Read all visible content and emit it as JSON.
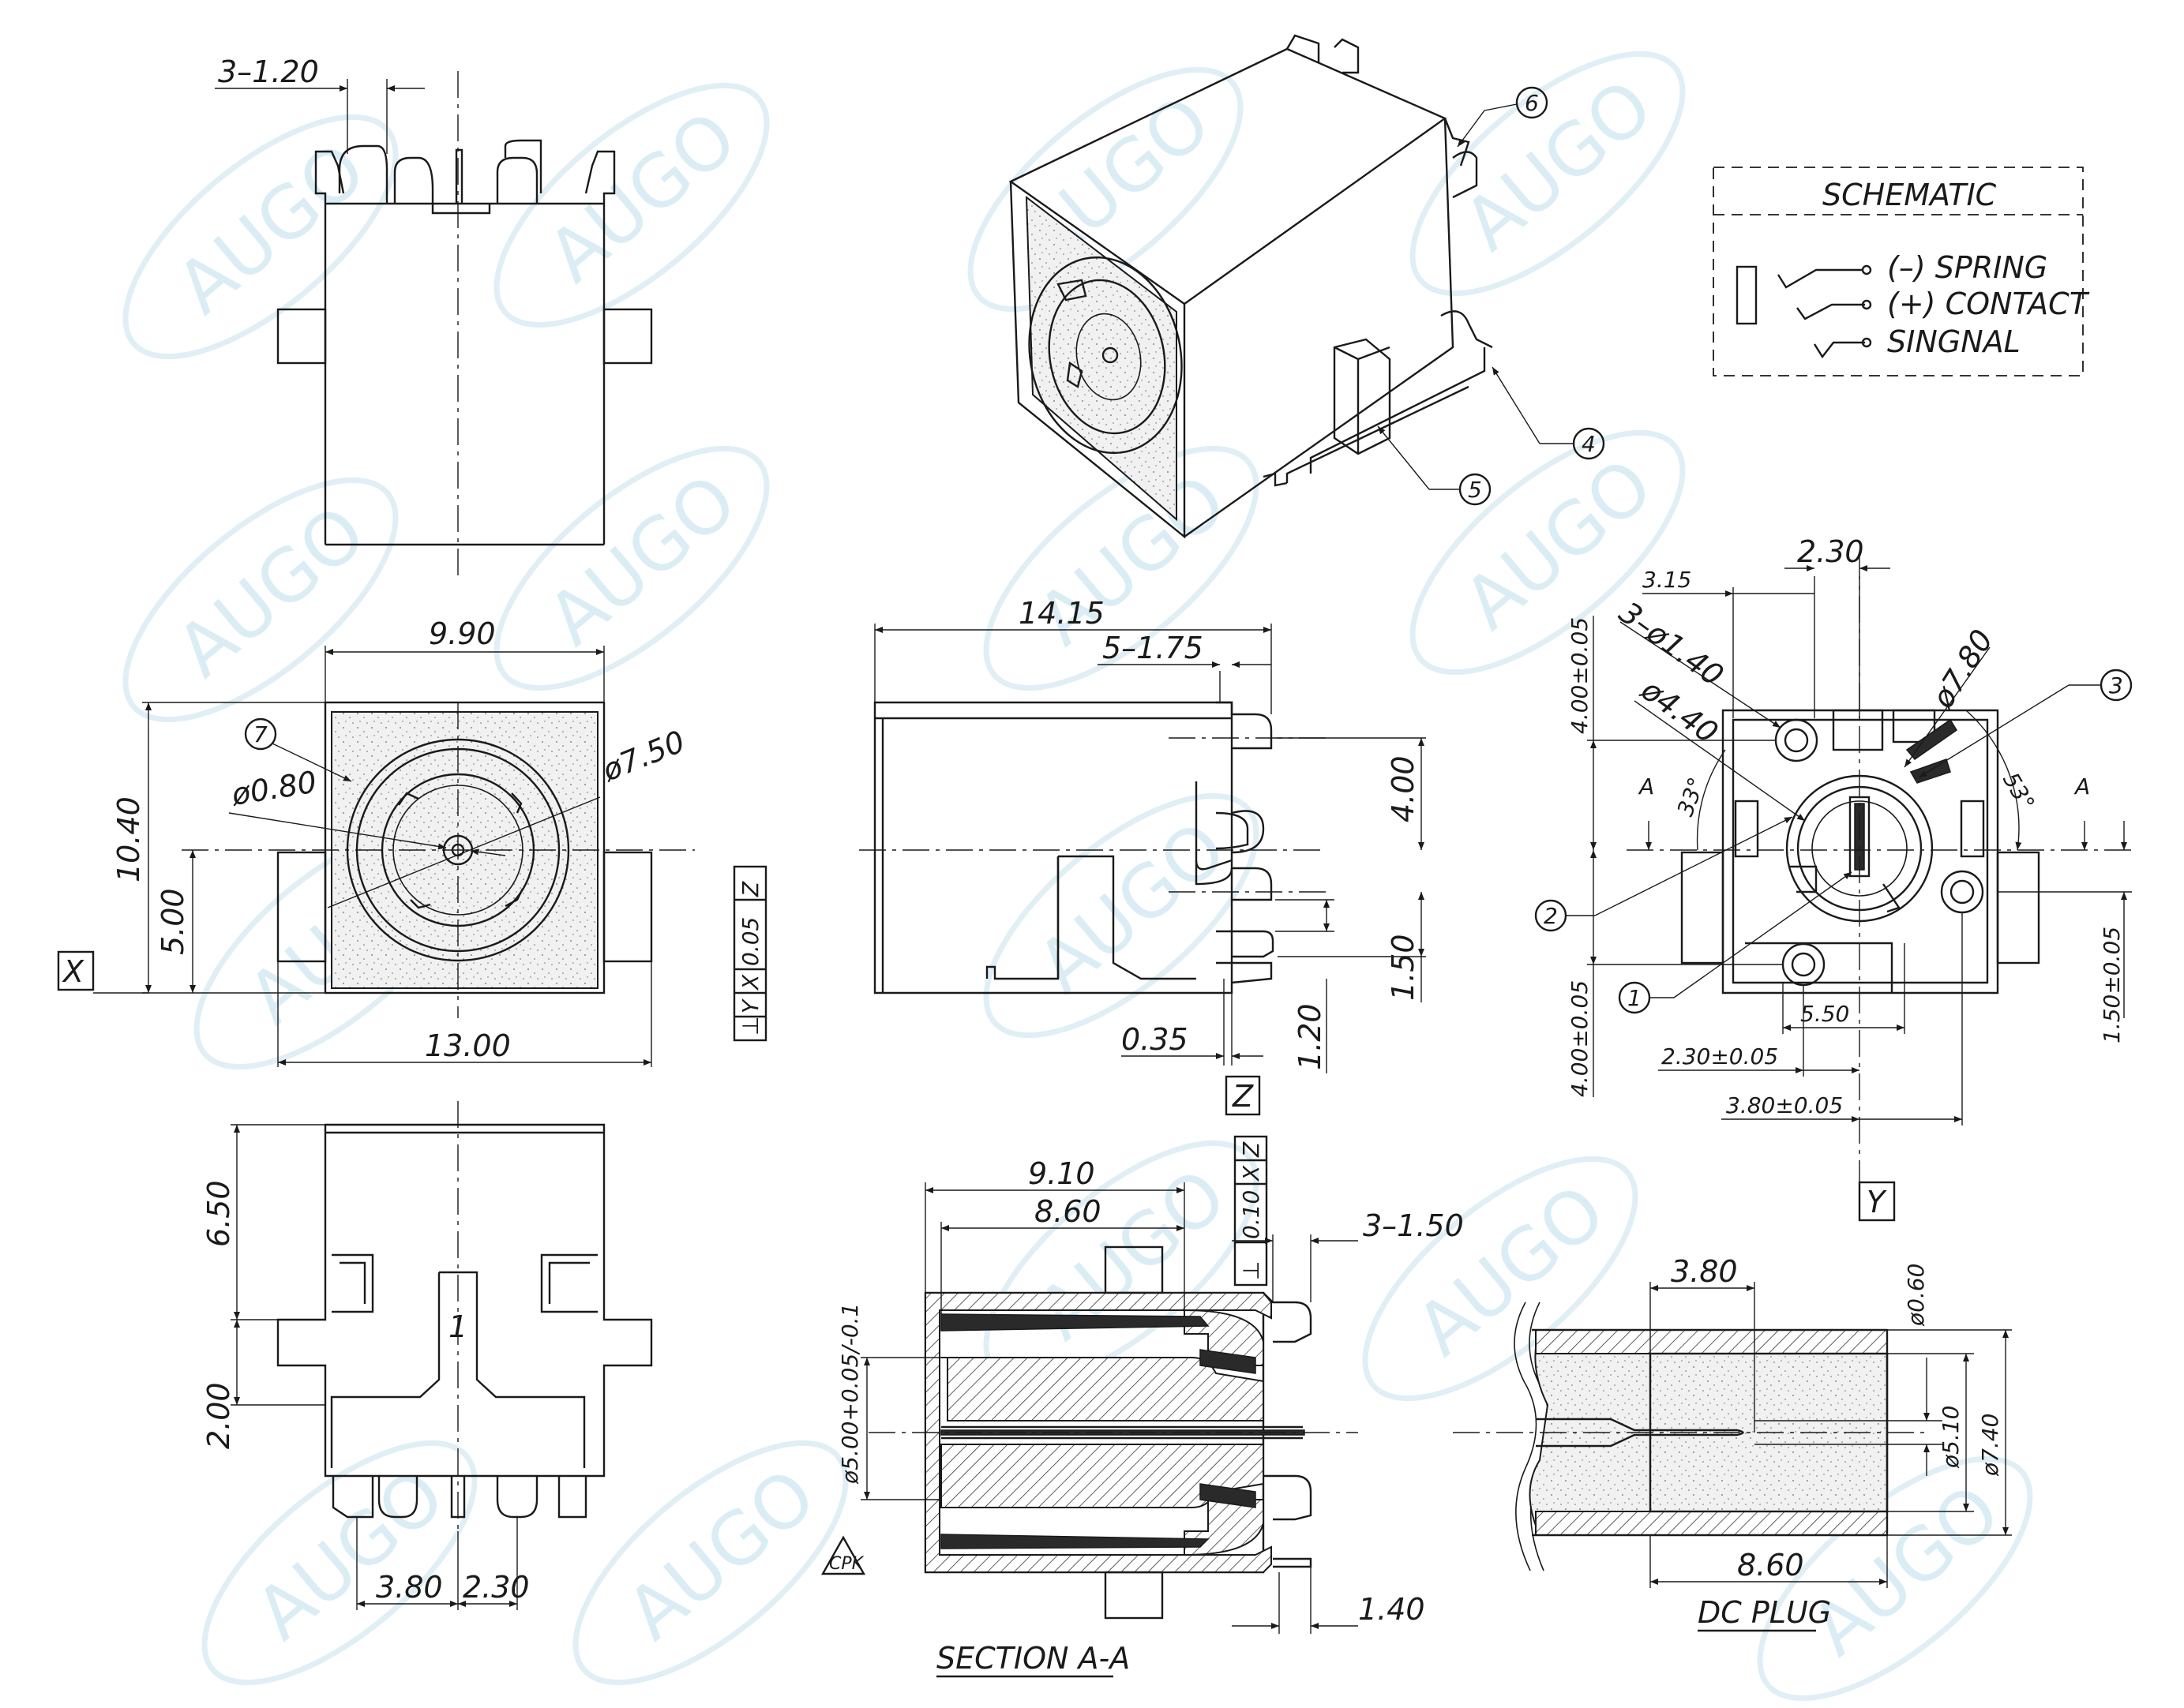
{
  "watermark": "AUGO",
  "schematic": {
    "title": "SCHEMATIC",
    "labels": [
      "(–) SPRING",
      "(+) CONTACT",
      "SINGNAL"
    ]
  },
  "callouts": [
    "1",
    "2",
    "3",
    "4",
    "5",
    "6",
    "7"
  ],
  "top_view": {
    "pins": "3–1.20"
  },
  "front_view": {
    "width": "9.90",
    "overall": "13.00",
    "height": "10.40",
    "half_height": "5.00",
    "diam_large": "ø7.50",
    "diam_pin": "ø0.80",
    "datum": "X",
    "tolerance": [
      "⊥",
      "0.05",
      "X",
      "Y",
      "Z"
    ]
  },
  "side_view": {
    "length": "14.15",
    "pins": "5–1.75",
    "pitch1": "4.00",
    "pitch2": "1.50",
    "offset1": "0.35",
    "offset2": "1.20",
    "datum": "Z"
  },
  "bottom_view": {
    "d_3_15": "3.15",
    "d_2_30": "2.30",
    "holes": "3–ø1.40",
    "d_4_40": "ø4.40",
    "d_7_80": "ø7.80",
    "d_4_00_top": "4.00±0.05",
    "d_4_00_bottom": "4.00±0.05",
    "d_5_50": "5.50",
    "d_2_30_tol": "2.30±0.05",
    "d_3_80_tol": "3.80±0.05",
    "d_1_50_tol": "1.50±0.05",
    "angle1": "33°",
    "angle2": "53°",
    "section_a": "A",
    "datum": "Y"
  },
  "rear_view": {
    "h1": "6.50",
    "h2": "2.00",
    "w1": "3.80",
    "w2": "2.30",
    "mark": "1"
  },
  "section": {
    "title": "SECTION  A-A",
    "d_9_10": "9.10",
    "d_8_60": "8.60",
    "pins": "3–1.50",
    "d_1_40": "1.40",
    "diam": "ø5.00+0.05/-0.1",
    "tolerance": [
      "⊥",
      "0.10",
      "X",
      "Z"
    ],
    "cpk": "CPK"
  },
  "plug": {
    "title": "DC  PLUG",
    "d_3_80": "3.80",
    "d_8_60": "8.60",
    "d_0_60": "ø0.60",
    "d_5_10": "ø5.10",
    "d_7_40": "ø7.40"
  }
}
